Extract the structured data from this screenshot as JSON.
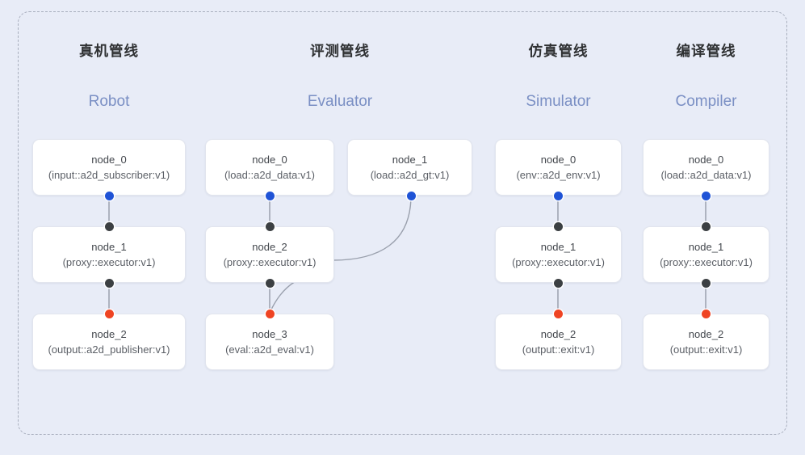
{
  "diagram": {
    "frame_style": "dashed-rounded",
    "background_color": "#e8ecf7",
    "frame_color": "#a8aebd"
  },
  "colors": {
    "port_input": "#1f53d6",
    "port_middle": "#3c4043",
    "port_output": "#ef4423",
    "edge": "#9aa0ad",
    "node_bg": "#ffffff",
    "title": "#2f3133",
    "subtitle": "#7a8fc4"
  },
  "columns": [
    {
      "id": "robot",
      "title": "真机管线",
      "subtitle": "Robot",
      "nodes": [
        {
          "id": "robot-n0",
          "name": "node_0",
          "spec": "(input::a2d_subscriber:v1)"
        },
        {
          "id": "robot-n1",
          "name": "node_1",
          "spec": "(proxy::executor:v1)"
        },
        {
          "id": "robot-n2",
          "name": "node_2",
          "spec": "(output::a2d_publisher:v1)"
        }
      ]
    },
    {
      "id": "evaluator",
      "title": "评测管线",
      "subtitle": "Evaluator",
      "nodes": [
        {
          "id": "eval-n0",
          "name": "node_0",
          "spec": "(load::a2d_data:v1)"
        },
        {
          "id": "eval-n1",
          "name": "node_1",
          "spec": "(load::a2d_gt:v1)"
        },
        {
          "id": "eval-n2",
          "name": "node_2",
          "spec": "(proxy::executor:v1)"
        },
        {
          "id": "eval-n3",
          "name": "node_3",
          "spec": "(eval::a2d_eval:v1)"
        }
      ]
    },
    {
      "id": "simulator",
      "title": "仿真管线",
      "subtitle": "Simulator",
      "nodes": [
        {
          "id": "sim-n0",
          "name": "node_0",
          "spec": "(env::a2d_env:v1)"
        },
        {
          "id": "sim-n1",
          "name": "node_1",
          "spec": "(proxy::executor:v1)"
        },
        {
          "id": "sim-n2",
          "name": "node_2",
          "spec": "(output::exit:v1)"
        }
      ]
    },
    {
      "id": "compiler",
      "title": "编译管线",
      "subtitle": "Compiler",
      "nodes": [
        {
          "id": "comp-n0",
          "name": "node_0",
          "spec": "(load::a2d_data:v1)"
        },
        {
          "id": "comp-n1",
          "name": "node_1",
          "spec": "(proxy::executor:v1)"
        },
        {
          "id": "comp-n2",
          "name": "node_2",
          "spec": "(output::exit:v1)"
        }
      ]
    }
  ]
}
